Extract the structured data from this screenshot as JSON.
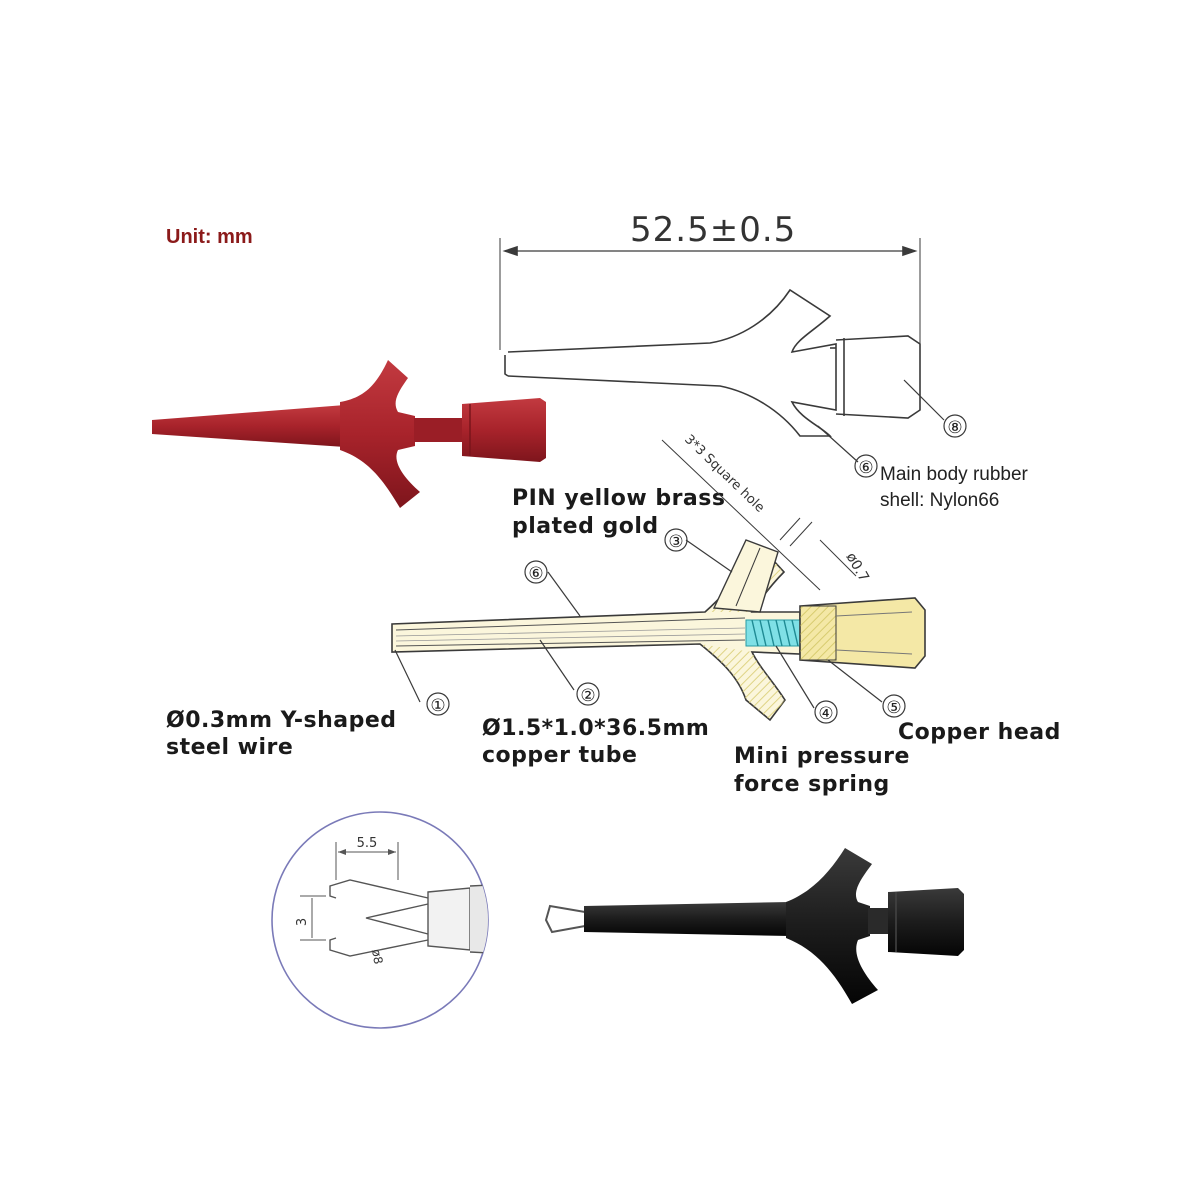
{
  "unit_label": "Unit: mm",
  "overall_length": "52.5±0.5",
  "square_hole": "3*3 Square hole",
  "hole_dia": "ø0.7",
  "detail_width": "5.5",
  "detail_height": "3",
  "detail_dia": "ø8",
  "parts": [
    {
      "number": "①",
      "label_lines": [
        "Ø0.3mm Y-shaped",
        "steel wire"
      ]
    },
    {
      "number": "②",
      "label_lines": [
        "Ø1.5*1.0*36.5mm",
        "copper tube"
      ]
    },
    {
      "number": "③",
      "label_lines": [
        "PIN yellow brass",
        "plated gold"
      ]
    },
    {
      "number": "④",
      "label_lines": [
        "Mini pressure",
        "force spring"
      ]
    },
    {
      "number": "⑤",
      "label_lines": [
        "Copper head"
      ]
    },
    {
      "number": "⑥",
      "label_lines": [
        "Main body rubber",
        "shell: Nylon66"
      ]
    },
    {
      "number": "⑧",
      "label_lines": []
    }
  ],
  "colors": {
    "red_probe": "#b0252d",
    "black_probe": "#1c1c1c",
    "outline": "#3a3a3a",
    "detail_circle": "#7a7ab8",
    "spring": "#40c0c8",
    "brass": "#e8dc8a",
    "unit_text": "#8b1a1a"
  }
}
